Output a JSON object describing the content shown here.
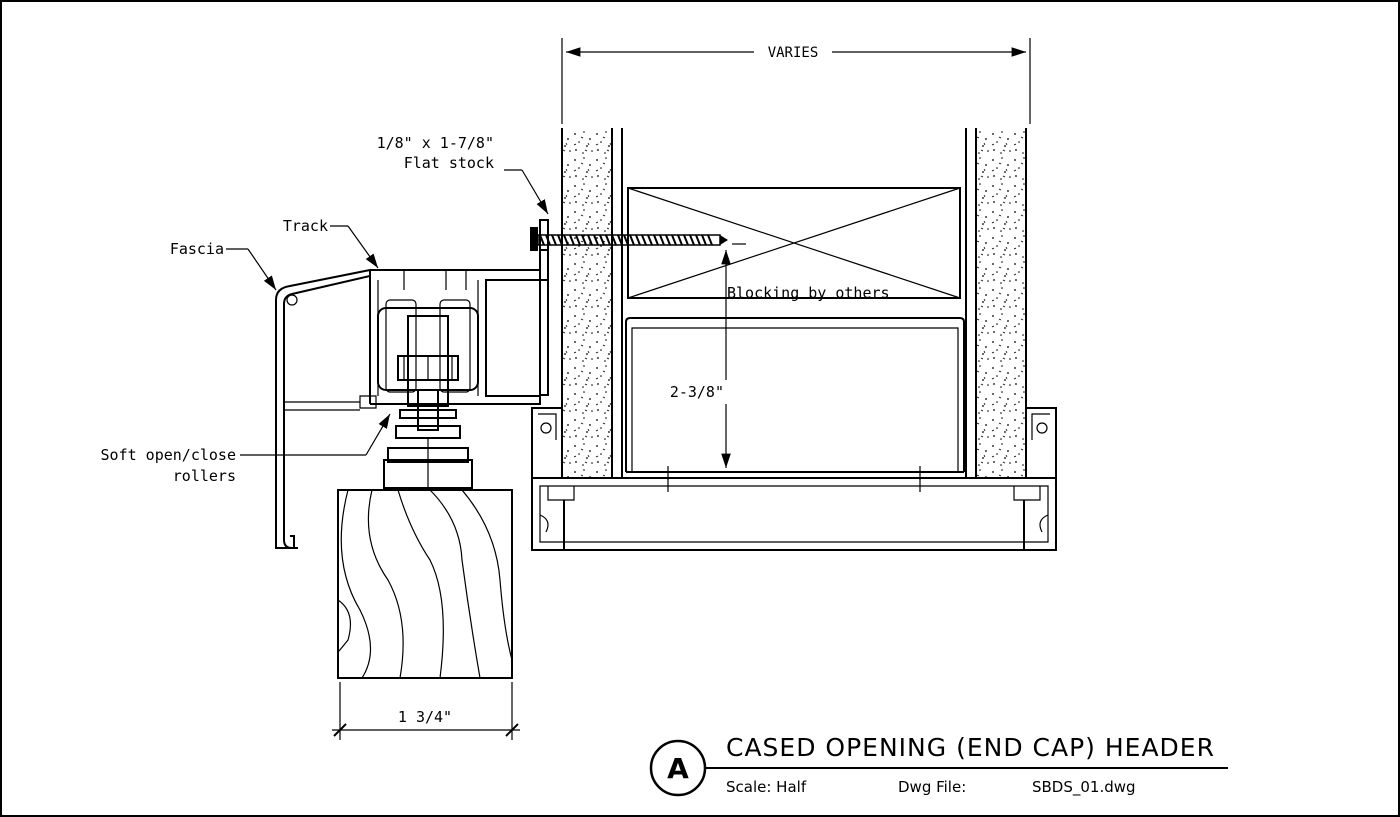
{
  "labels": {
    "varies": "VARIES",
    "flat_stock_line1": "1/8\" x 1-7/8\"",
    "flat_stock_line2": "Flat stock",
    "track": "Track",
    "fascia": "Fascia",
    "blocking": "Blocking by others",
    "dim_height": "2-3/8\"",
    "rollers_line1": "Soft open/close",
    "rollers_line2": "rollers",
    "dim_width": "1 3/4\""
  },
  "title_block": {
    "bubble": "A",
    "title": "CASED OPENING (END CAP) HEADER",
    "scale_label": "Scale: Half",
    "dwg_file_label": "Dwg File:",
    "dwg_file_value": "SBDS_01.dwg"
  }
}
